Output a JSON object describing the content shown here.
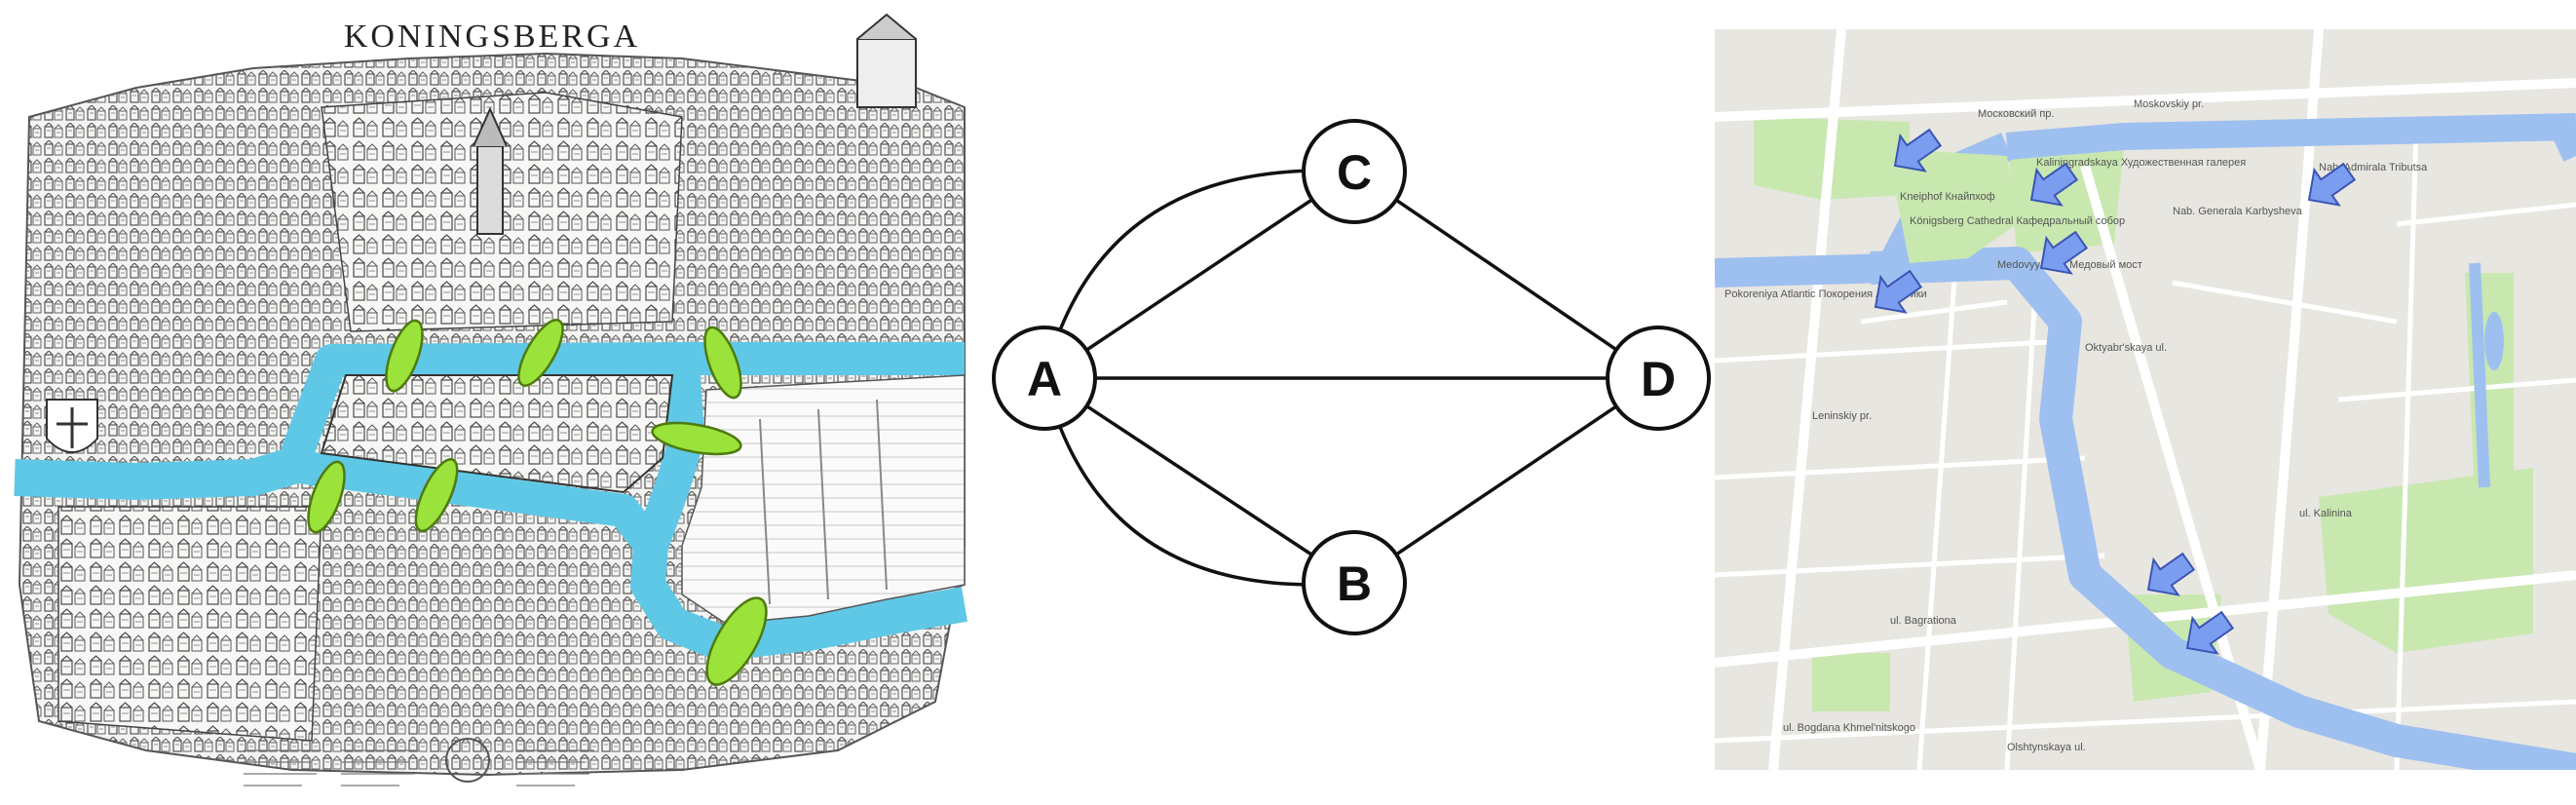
{
  "engraving": {
    "title": "KONINGSBERGA",
    "colors": {
      "river": "#5fc8e6",
      "bridge": "#9be23a",
      "ink": "#3a3a3a"
    }
  },
  "graph": {
    "nodes": [
      {
        "id": "A",
        "label": "A"
      },
      {
        "id": "B",
        "label": "B"
      },
      {
        "id": "C",
        "label": "C"
      },
      {
        "id": "D",
        "label": "D"
      }
    ],
    "edges": [
      [
        "A",
        "C"
      ],
      [
        "A",
        "C"
      ],
      [
        "A",
        "B"
      ],
      [
        "A",
        "B"
      ],
      [
        "A",
        "D"
      ],
      [
        "C",
        "D"
      ],
      [
        "B",
        "D"
      ]
    ]
  },
  "map": {
    "labels": {
      "moskovsky": "Московский пр.",
      "moskovsky2": "Moskovskiy pr.",
      "kneiphof": "Kneiphof Кнайпхоф",
      "cathedral": "Königsberg Cathedral Кафедральный собор",
      "medovy": "Medovyy most Медовый мост",
      "kaliningrad": "Kaliningradskaya Художественная галерея",
      "karbysheva": "Nab. Generala Karbysheva",
      "admirala": "Nab. Admirala Tributsa",
      "pokoreniya": "Pokoreniya Atlantic Покорения Атлантики",
      "oktyabrskaya": "Oktyabr'skaya ul.",
      "leninskiy": "Leninskiy pr.",
      "bagrationa": "ul. Bagrationa",
      "khmelnitskogo": "ul. Bogdana Khmel'nitskogo",
      "olshtynskaya": "Olshtynskaya ul.",
      "kalinina": "ul. Kalinina"
    },
    "colors": {
      "land": "#e8e6e0",
      "water": "#9ec0f0",
      "park": "#c8e8b0",
      "arrow": "#7b9df0",
      "road": "#ffffff"
    }
  }
}
